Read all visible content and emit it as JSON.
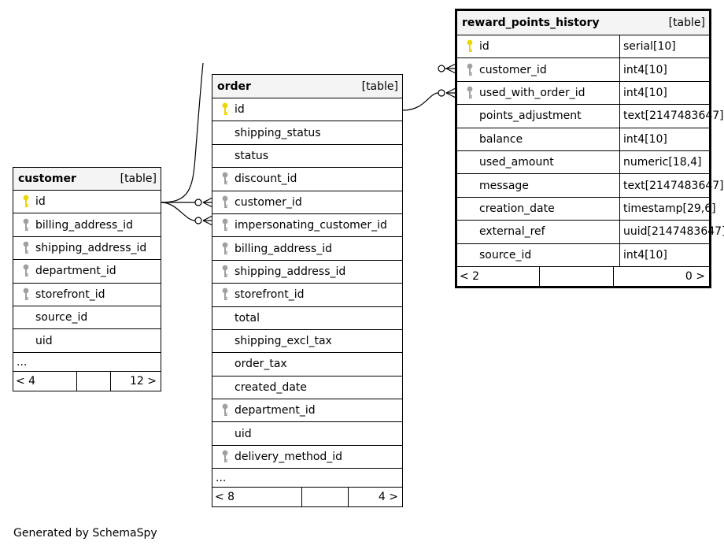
{
  "footer": "Generated by SchemaSpy",
  "tables": {
    "customer": {
      "name": "customer",
      "kind": "[table]",
      "columns": [
        {
          "name": "id",
          "key": "pk"
        },
        {
          "name": "billing_address_id",
          "key": "fk"
        },
        {
          "name": "shipping_address_id",
          "key": "fk"
        },
        {
          "name": "department_id",
          "key": "fk"
        },
        {
          "name": "storefront_id",
          "key": "fk"
        },
        {
          "name": "source_id",
          "key": ""
        },
        {
          "name": "uid",
          "key": ""
        }
      ],
      "more": "...",
      "parents": "< 4",
      "children": "12 >"
    },
    "order": {
      "name": "order",
      "kind": "[table]",
      "columns": [
        {
          "name": "id",
          "key": "pk"
        },
        {
          "name": "shipping_status",
          "key": ""
        },
        {
          "name": "status",
          "key": ""
        },
        {
          "name": "discount_id",
          "key": "fk"
        },
        {
          "name": "customer_id",
          "key": "fk"
        },
        {
          "name": "impersonating_customer_id",
          "key": "fk"
        },
        {
          "name": "billing_address_id",
          "key": "fk"
        },
        {
          "name": "shipping_address_id",
          "key": "fk"
        },
        {
          "name": "storefront_id",
          "key": "fk"
        },
        {
          "name": "total",
          "key": ""
        },
        {
          "name": "shipping_excl_tax",
          "key": ""
        },
        {
          "name": "order_tax",
          "key": ""
        },
        {
          "name": "created_date",
          "key": ""
        },
        {
          "name": "department_id",
          "key": "fk"
        },
        {
          "name": "uid",
          "key": ""
        },
        {
          "name": "delivery_method_id",
          "key": "fk"
        }
      ],
      "more": "...",
      "parents": "< 8",
      "children": "4 >"
    },
    "reward_points_history": {
      "name": "reward_points_history",
      "kind": "[table]",
      "columns": [
        {
          "name": "id",
          "type": "serial[10]",
          "key": "pk"
        },
        {
          "name": "customer_id",
          "type": "int4[10]",
          "key": "fk"
        },
        {
          "name": "used_with_order_id",
          "type": "int4[10]",
          "key": "fk"
        },
        {
          "name": "points_adjustment",
          "type": "text[2147483647]",
          "key": ""
        },
        {
          "name": "balance",
          "type": "int4[10]",
          "key": ""
        },
        {
          "name": "used_amount",
          "type": "numeric[18,4]",
          "key": ""
        },
        {
          "name": "message",
          "type": "text[2147483647]",
          "key": ""
        },
        {
          "name": "creation_date",
          "type": "timestamp[29,6]",
          "key": ""
        },
        {
          "name": "external_ref",
          "type": "uuid[2147483647]",
          "key": ""
        },
        {
          "name": "source_id",
          "type": "int4[10]",
          "key": ""
        }
      ],
      "parents": "< 2",
      "children": "0 >"
    }
  },
  "colors": {
    "pk_key": "#e8d800",
    "fk_key": "#a0a0a0",
    "header_bg": "#f4f4f4"
  }
}
